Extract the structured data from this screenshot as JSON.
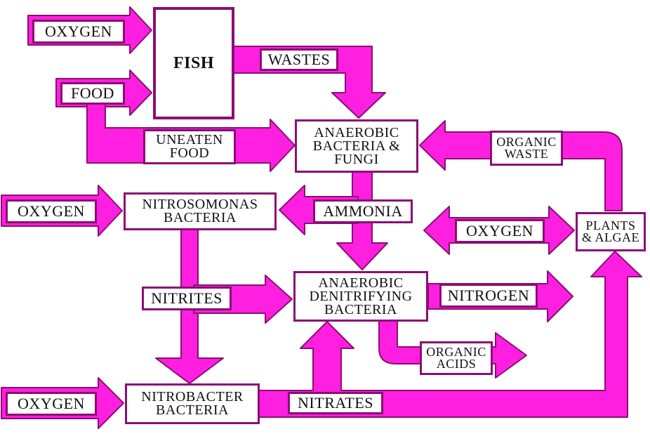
{
  "colors": {
    "arrow": "#ff1fe0",
    "outline": "#8a0f73",
    "box": "#ffffff",
    "text": "#111111"
  },
  "nodes": {
    "fish": "FISH",
    "oxygen_to_fish": "OXYGEN",
    "food": "FOOD",
    "wastes": "WASTES",
    "uneaten_food": "UNEATEN\nFOOD",
    "anaerobic_bacteria_fungi": "ANAEROBIC\nBACTERIA &\nFUNGI",
    "organic_waste": "ORGANIC\nWASTE",
    "oxygen_to_nitrosomonas": "OXYGEN",
    "nitrosomonas_bacteria": "NITROSOMONAS\nBACTERIA",
    "ammonia": "AMMONIA",
    "oxygen_plants": "OXYGEN",
    "plants_algae": "PLANTS\n& ALGAE",
    "nitrites": "NITRITES",
    "anaerobic_denitrifying_bacteria": "ANAEROBIC\nDENITRIFYING\nBACTERIA",
    "nitrogen": "NITROGEN",
    "organic_acids": "ORGANIC\nACIDS",
    "oxygen_to_nitrobacter": "OXYGEN",
    "nitrobacter_bacteria": "NITROBACTER\nBACTERIA",
    "nitrates": "NITRATES"
  }
}
